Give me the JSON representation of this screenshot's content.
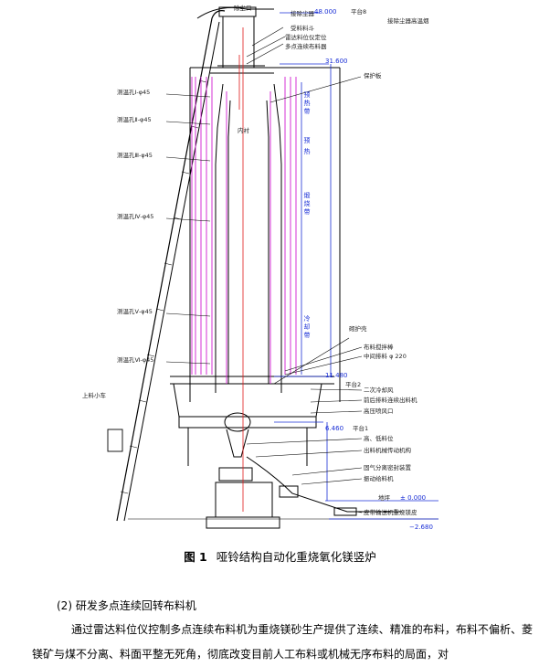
{
  "figure": {
    "labels_left": [
      "测温孔Ⅰ-φ45",
      "测温孔Ⅱ-φ45",
      "测温孔Ⅲ-φ45",
      "测温孔Ⅳ-φ45",
      "测温孔Ⅴ-φ45",
      "测温孔Ⅵ-φ45"
    ],
    "label_hoist": "上料小车",
    "labels_top": {
      "dust": "除尘口",
      "dust_pipe": "接除尘器",
      "dust_pipe2": "接除尘器高温烟",
      "hopper": "受料料斗",
      "radar": "雷达料位仪定位",
      "distributor": "多点连续布料器",
      "protect": "保护板",
      "inner": "内衬"
    },
    "labels_right": [
      "砌护壳",
      "布料搅拌棒",
      "中间排料 φ 220",
      "二次冷却风",
      "前后排料连续出料机",
      "高压喷风口",
      "高、低料位",
      "出料机械传动机构",
      "固气分离密封装置",
      "振动给料机",
      "皮带输送机重烧镁皮"
    ],
    "zones": [
      "预",
      "热",
      "煅",
      "烧",
      "冷",
      "却"
    ],
    "zone_label_main": "预热带",
    "zone_label_calc": "煅烧带",
    "zone_label_cool": "冷却带",
    "elevations": {
      "top": "48.000",
      "top_suffix": "平台8",
      "e1": "31.600",
      "e2": "11.480",
      "e3": "平台2",
      "e4": "6.460",
      "e4_suffix": "平台1",
      "ground_label": "地坪",
      "ground": "± 0.000",
      "bottom": "−2.680"
    }
  },
  "caption": {
    "number": "图 1",
    "title": "哑铃结构自动化重烧氧化镁竖炉"
  },
  "section_heading": "(2)  研发多点连续回转布料机",
  "paragraph": "通过雷达料位仪控制多点连续布料机为重烧镁砂生产提供了连续、精准的布料，布料不偏析、菱镁矿与煤不分离、料面平整无死角，彻底改变目前人工布料或机械无序布料的局面，对"
}
